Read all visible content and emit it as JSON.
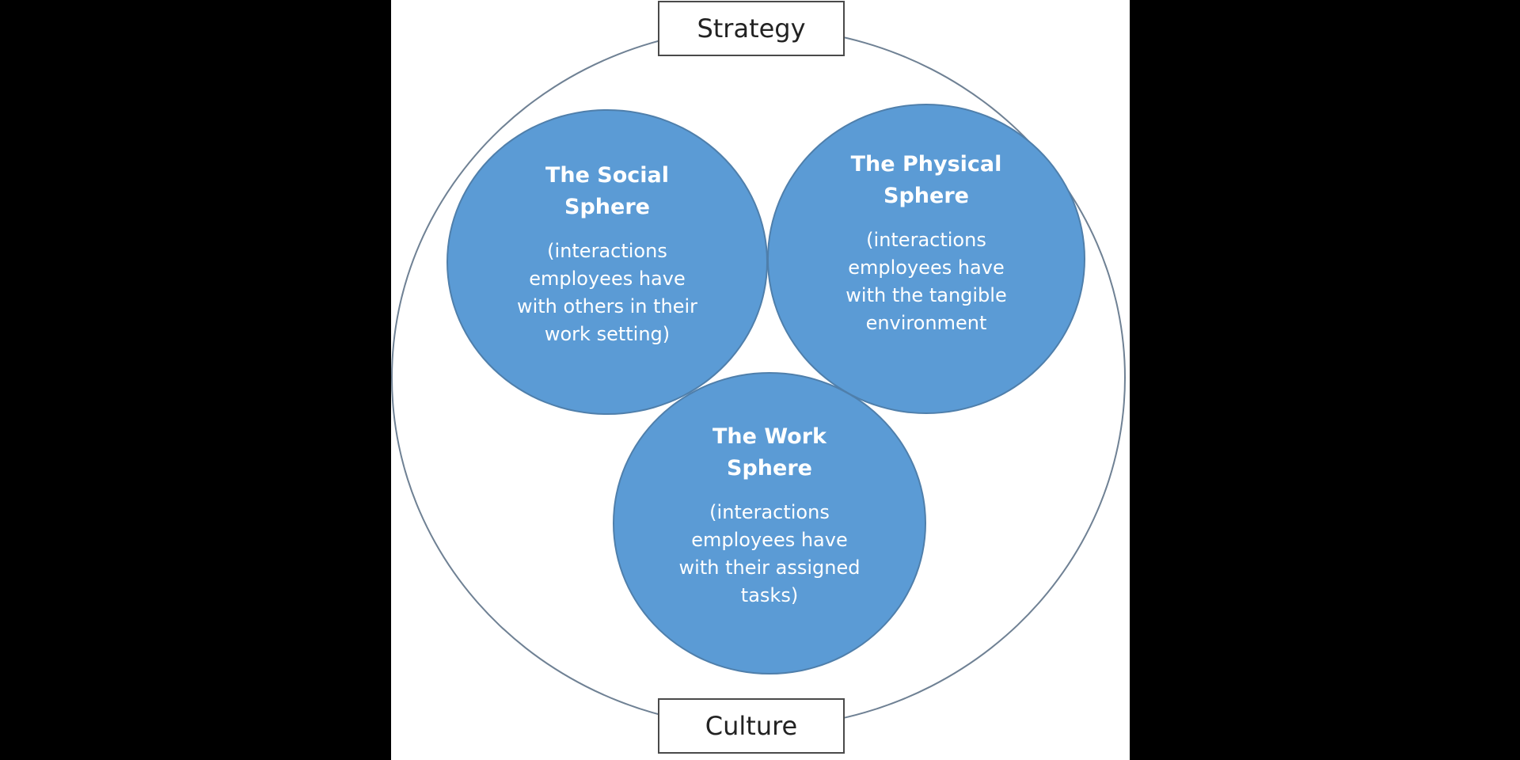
{
  "labels": {
    "top": "Strategy",
    "bottom": "Culture"
  },
  "spheres": {
    "social": {
      "title": "The Social Sphere",
      "description": "(interactions employees have with others in their work setting)"
    },
    "physical": {
      "title": "The Physical Sphere",
      "description": "(interactions employees have with the tangible environment"
    },
    "work": {
      "title": "The Work Sphere",
      "description": "(interactions employees have with their assigned tasks)"
    }
  },
  "colors": {
    "sphere_fill": "#5b9bd5",
    "outer_circle": "#6f8194",
    "background": "#000000",
    "panel": "#ffffff"
  }
}
